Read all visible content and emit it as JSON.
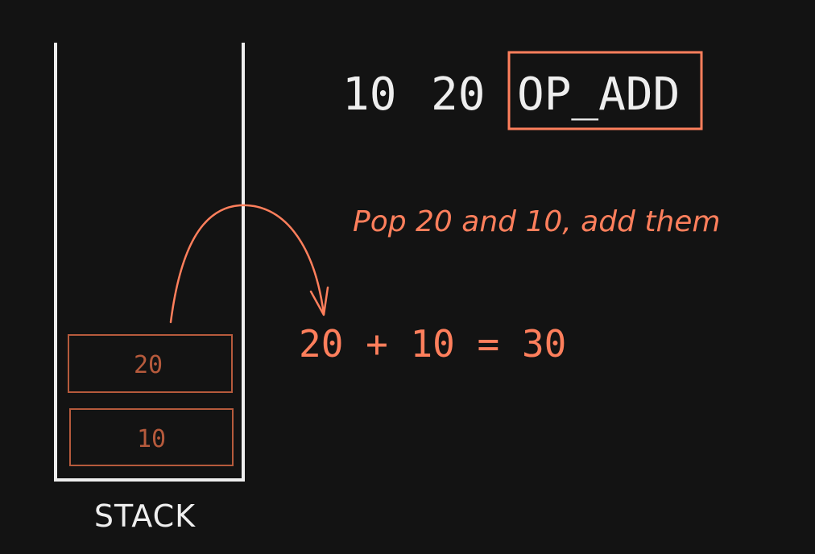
{
  "instruction": {
    "operands": [
      "10",
      "20"
    ],
    "opcode": "OP_ADD"
  },
  "annotation": "Pop 20 and 10, add them",
  "equation": "20 + 10 = 30",
  "stack": {
    "label": "STACK",
    "items_top_to_bottom": [
      "20",
      "10"
    ]
  },
  "colors": {
    "background": "#131313",
    "foreground": "#eeeeee",
    "accent": "#ff7f5c",
    "stack_item": "#b65a3c"
  }
}
